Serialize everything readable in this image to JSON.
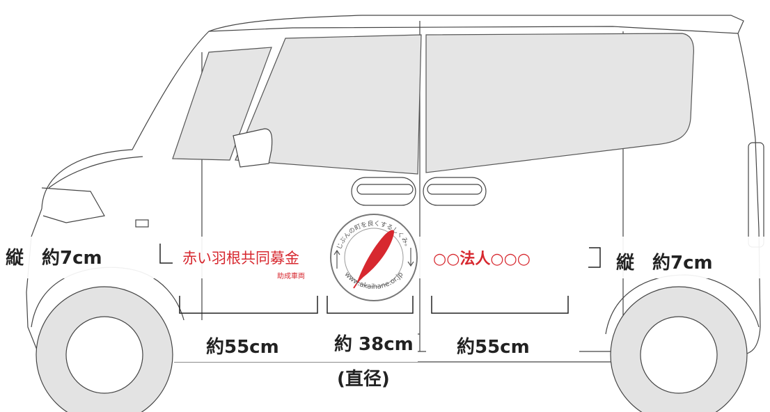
{
  "sticker": {
    "title": "赤い羽根共同募金",
    "subtitle": "助成車両",
    "org_name": "○○法人○○○"
  },
  "logo": {
    "arc_text_top": "じぶんの町を良くするしくみ。",
    "arc_text_bottom": "www.akaihane.or.jp"
  },
  "dimensions": {
    "left_height": "縦　約7cm",
    "right_height": "縦　約7cm",
    "left_width": "約55cm",
    "center_width": "約 38cm",
    "center_note": "(直径)",
    "right_width": "約55cm"
  },
  "colors": {
    "red": "#d7282f",
    "window": "#e5e5e5",
    "line": "#444444",
    "wheel": "#e3e3e3"
  }
}
